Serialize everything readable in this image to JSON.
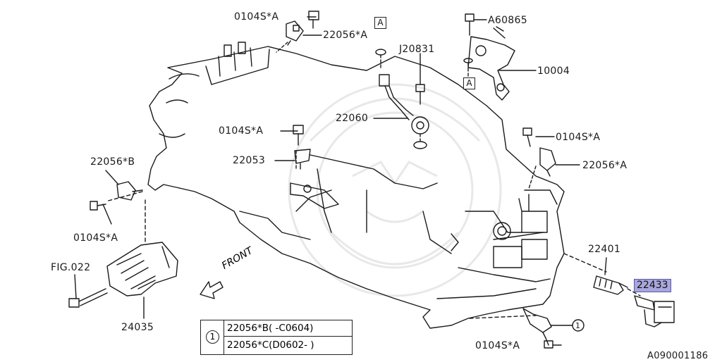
{
  "labels": {
    "bolt_top": "0104S*A",
    "sensor_top": "22056*A",
    "ref_a_top": "A",
    "bolt_a60865": "A60865",
    "bracket": "10004",
    "ref_a_bracket": "A",
    "bolt_j20831": "J20831",
    "knock_sensor": "22060",
    "bolt_mid": "0104S*A",
    "cam_sensor": "22053",
    "sensor_b": "22056*B",
    "bolt_left": "0104S*A",
    "bolt_right": "0104S*A",
    "sensor_right": "22056*A",
    "spark_plug": "22401",
    "ignition_coil": "22433",
    "fig_ref": "FIG.022",
    "cover": "24035",
    "bolt_bottom": "0104S*A",
    "callout_num": "1",
    "front": "FRONT",
    "diagram_id": "A090001186"
  },
  "note_table": {
    "marker": "1",
    "rows": [
      "22056*B( -C0604)",
      "22056*C(D0602- )"
    ]
  },
  "colors": {
    "line": "#1a1a1a",
    "highlight": "#a9a6dc",
    "watermark": "#e6e6e6"
  }
}
